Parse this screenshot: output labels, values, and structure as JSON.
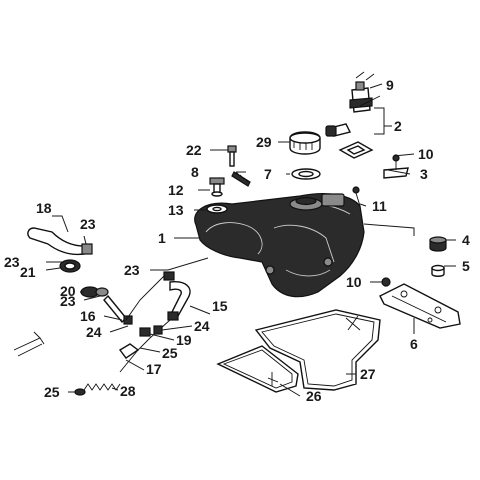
{
  "colors": {
    "line": "#1a1a1a",
    "tank_fill": "#3a3a3a",
    "background": "#ffffff"
  },
  "callouts": {
    "c1": "1",
    "c2": "2",
    "c3": "3",
    "c4": "4",
    "c5": "5",
    "c6": "6",
    "c7": "7",
    "c8": "8",
    "c9": "9",
    "c10a": "10",
    "c10b": "10",
    "c11": "11",
    "c12": "12",
    "c13": "13",
    "c15": "15",
    "c16": "16",
    "c17": "17",
    "c18": "18",
    "c19": "19",
    "c20": "20",
    "c21": "21",
    "c22": "22",
    "c23a": "23",
    "c23b": "23",
    "c23c": "23",
    "c23d": "23",
    "c24a": "24",
    "c24b": "24",
    "c25a": "25",
    "c25b": "25",
    "c26": "26",
    "c27": "27",
    "c28": "28",
    "c29": "29"
  }
}
